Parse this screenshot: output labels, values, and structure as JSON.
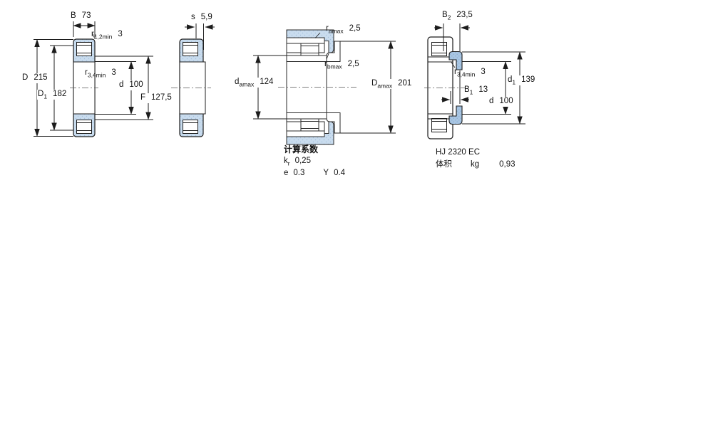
{
  "colors": {
    "background": "#ffffff",
    "ring_fill": "#c9dcee",
    "ring_dot": "#a6c0dc",
    "accent_ring_fill": "#a9c6e3",
    "accent_ring_dot": "#86a8cc",
    "line": "#1c1c1c"
  },
  "figures": {
    "fig1": {
      "name": "bearing-cross-section",
      "dims": {
        "B": {
          "sym": "B",
          "sub": "",
          "value": "73"
        },
        "r12": {
          "sym": "r",
          "sub": "1,2min",
          "value": "3"
        },
        "D": {
          "sym": "D",
          "sub": "",
          "value": "215"
        },
        "D1": {
          "sym": "D",
          "sub": "1",
          "value": "182"
        },
        "r34": {
          "sym": "r",
          "sub": "3,4min",
          "value": "3"
        },
        "d": {
          "sym": "d",
          "sub": "",
          "value": "100"
        },
        "F": {
          "sym": "F",
          "sub": "",
          "value": "127,5"
        }
      }
    },
    "fig2": {
      "name": "bearing-side-section",
      "dims": {
        "s": {
          "sym": "s",
          "sub": "",
          "value": "5,9"
        }
      }
    },
    "fig3": {
      "name": "mounting-abutment-section",
      "dims": {
        "ra": {
          "sym": "r",
          "sub": "amax",
          "value": "2,5"
        },
        "rb": {
          "sym": "r",
          "sub": "bmax",
          "value": "2,5"
        },
        "da": {
          "sym": "d",
          "sub": "amax",
          "value": "124"
        },
        "Da": {
          "sym": "D",
          "sub": "amax",
          "value": "201"
        }
      },
      "calc_factors": {
        "title": "计算系数",
        "kr": {
          "sym": "k",
          "sub": "r",
          "value": "0,25"
        },
        "e": {
          "sym": "e",
          "sub": "",
          "value": "0.3"
        },
        "Y": {
          "sym": "Y",
          "sub": "",
          "value": "0.4"
        }
      }
    },
    "fig4": {
      "name": "angle-ring-section",
      "dims": {
        "B2": {
          "sym": "B",
          "sub": "2",
          "value": "23,5"
        },
        "r34": {
          "sym": "r",
          "sub": "3,4min",
          "value": "3"
        },
        "B1": {
          "sym": "B",
          "sub": "1",
          "value": "13"
        },
        "d1": {
          "sym": "d",
          "sub": "1",
          "value": "139"
        },
        "d": {
          "sym": "d",
          "sub": "",
          "value": "100"
        }
      },
      "designation": "HJ 2320 EC",
      "mass": {
        "label": "体积",
        "unit": "kg",
        "value": "0,93"
      }
    }
  }
}
